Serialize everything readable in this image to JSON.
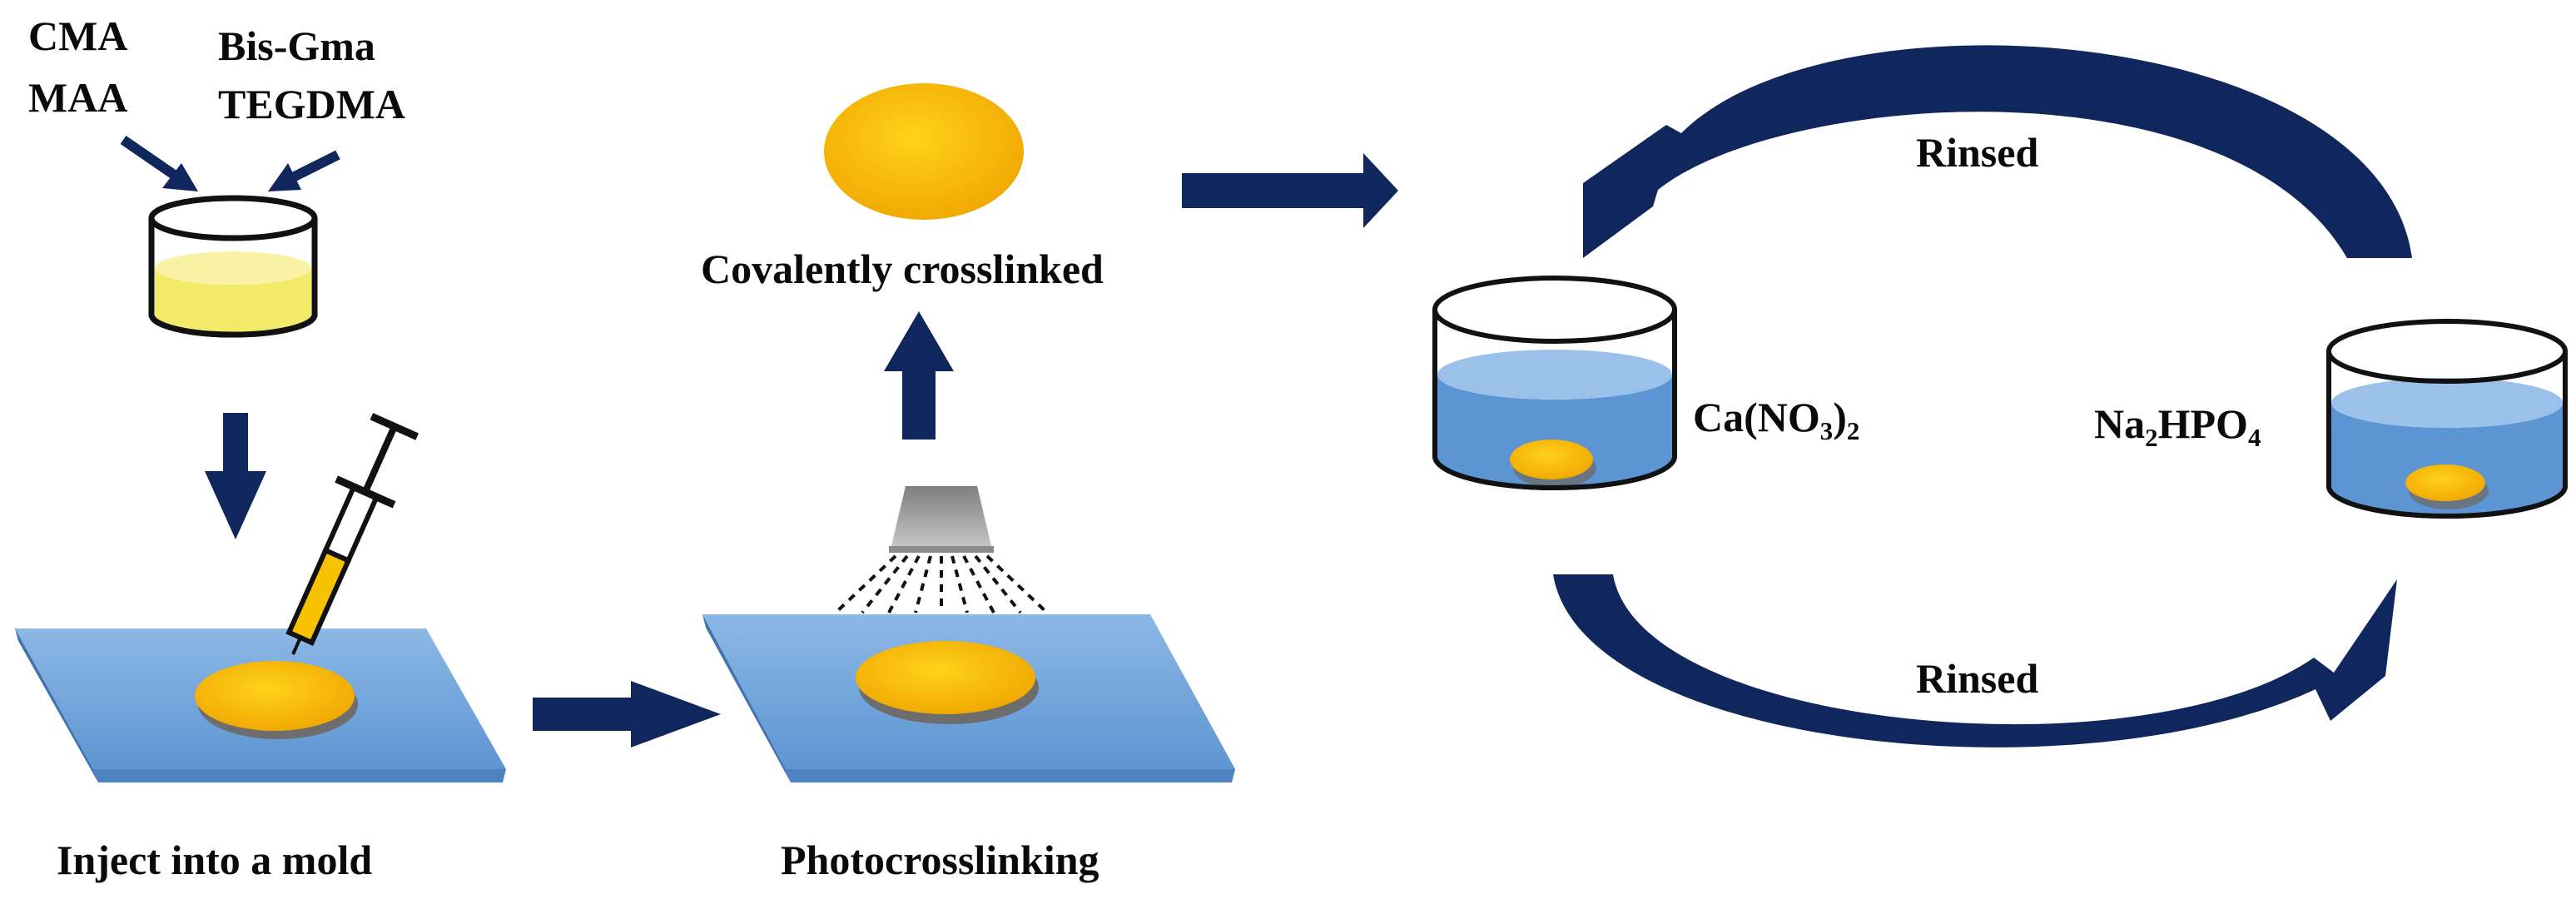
{
  "inputs": {
    "left": [
      "CMA",
      "MAA"
    ],
    "right": [
      "Bis-Gma",
      "TEGDMA"
    ]
  },
  "steps": {
    "inject": "Inject into a mold",
    "photo": "Photocrosslinking",
    "covalent": "Covalently crosslinked"
  },
  "cycle": {
    "rinsed_top": "Rinsed",
    "rinsed_bottom": "Rinsed",
    "calcium": {
      "base": "Ca(NO",
      "sub1": "3",
      "mid": ")",
      "sub2": "2"
    },
    "phosphate": {
      "base": "Na",
      "sub1": "2",
      "mid": "HPO",
      "sub2": "4"
    }
  },
  "colors": {
    "arrow": "#10275d",
    "mold": "#6b9fd8",
    "disc": "#f6b400",
    "liquid_yellow": "#f7ef80",
    "liquid_blue": "#5b95d4",
    "lamp": "#a5a5a5"
  }
}
